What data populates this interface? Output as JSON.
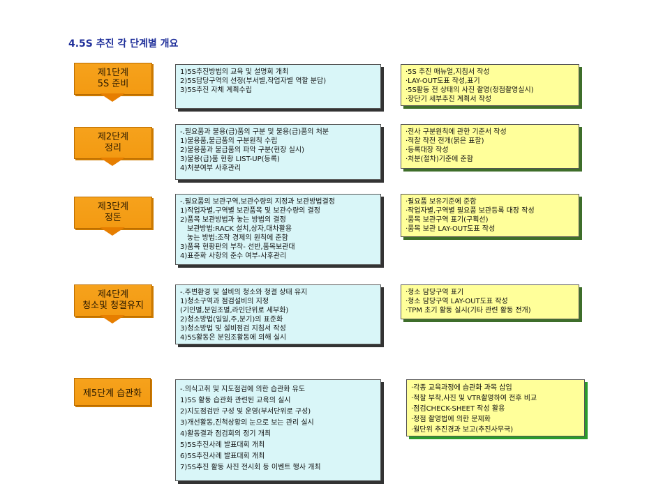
{
  "title": "4.5S 추진 각 단계별 개요",
  "stages": [
    {
      "label1": "제1단계",
      "label2": "5S 준비"
    },
    {
      "label1": "제2단계",
      "label2": "정리"
    },
    {
      "label1": "제3단계",
      "label2": "정돈"
    },
    {
      "label1": "제4단계",
      "label2": "청소및 청결유지"
    },
    {
      "label1": "제5단계 습관화",
      "label2": ""
    }
  ],
  "activities": [
    [
      "1)5S추진방법의 교육 및 설명회 개최",
      "2)5S담당구역의 선정(부서별,작업자별 역할 분담)",
      "3)5S추진 자체 계획수립"
    ],
    [
      "-.필요품과 불용(급)품의 구분 및 불용(급)품의 처분",
      "1)불용품,불급품의 구분원칙 수립",
      "2)불용품과 불급품의 파악 구분(현장 실시)",
      "3)불용(급)품 현황 LIST-UP(등록)",
      "4)처분여부 사후관리"
    ],
    [
      "-.필요품의 보관구역,보관수량의 지정과 보관방법결정",
      "1)작업자별,구역별 보관품목 및 보관수량의 결정",
      "2)품목 보관방법과 놓는 방법의 결정",
      "   보관방법:RACK 설치,상자,대차활용",
      "   놓는 방법:조작 경제의 원칙에 준함",
      "3)품목 현황판의 부착- 선반,품목보관대",
      "4)표준화 사항의 준수 여부-사후관리"
    ],
    [
      "-.주변환경 및 설비의 청소와 청결 상태 유지",
      "1)청소구역과 점검설비의 지정",
      " (기인별,분임조별,라인단위로 세부화)",
      "2)청소방법(일일,주,분기)의 표준화",
      "3)청소방법 및 설비점검 지침서 작성",
      "4)5S활동은 분임조활동에 의해 실시"
    ],
    [
      "-.의식고취 및 지도점검에 의한 습관화 유도",
      "1)5S 활동 습관화 관련된 교육의 실시",
      "2)지도점검반 구성 및 운영(부서단위로 구성)",
      "3)개선활동,진척상황의 눈으로 보는 관리 실시",
      "4)활동결과 점검회의 정기 개최",
      "5)5S추진사례 발표대회 개최",
      "6)5S추진사례 발표대회 개최",
      "7)5S추진 활동 사진 전시회 등 이벤트 행사 개최"
    ]
  ],
  "outputs": [
    [
      "·5S 추진 매뉴얼,지침서 작성",
      "·LAY-OUT도표 작성,표기",
      "·5S활동 전 상태의 사진 촬영(정점촬영실시)",
      "·장단기 세부추진 계획서 작성"
    ],
    [
      "·전사 구분원칙에 관한 기준서 작성",
      "·적찰 작전 전개(붉은 표찰)",
      "·등록대장 작성",
      "·처분(절차)기준에 준함"
    ],
    [
      "·필요품 보유기준에 준함",
      "·작업자별,구역별 필요품 보관등록 대장 작성",
      "·품목 보관구역 표기(구획선)",
      "·품목 보관 LAY-OUT도표 작성"
    ],
    [
      "·청소 담당구역 표기",
      "·청소 담당구역 LAY-OUT도표 작성",
      "·TPM 초기 활동 실시(기타 관련 활동 전개)"
    ],
    [
      "·각종 교육과정에 습관화 과목 삽입",
      "·적찰 부착,사진 및 VTR촬영하여 전후 비교",
      "·점검CHECK-SHEET 작성 활용",
      "·정점 촬영법에 의한 문제화",
      "·월단위 추진경과 보고(추진사무국)"
    ]
  ]
}
